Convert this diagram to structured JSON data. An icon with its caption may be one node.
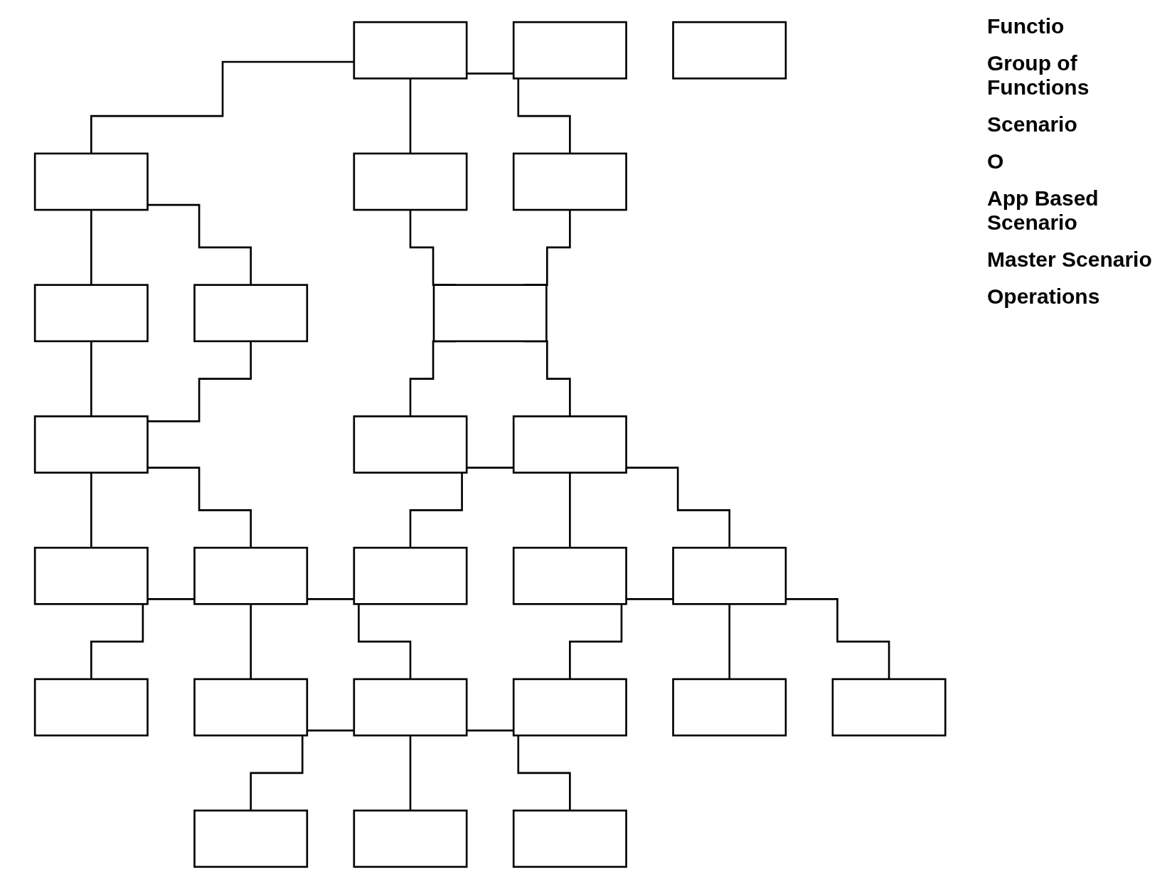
{
  "diagram": {
    "nodes": [
      {
        "text": [],
        "shape": "box"
      },
      {
        "text": [],
        "shape": "box"
      },
      {
        "text": [],
        "shape": "box"
      },
      {
        "text": [],
        "shape": "box"
      },
      {
        "text": [],
        "shape": "box"
      },
      {
        "text": [],
        "shape": "box"
      },
      {
        "text": [],
        "shape": "box"
      },
      {
        "text": [],
        "shape": "box"
      },
      {
        "text": [],
        "shape": "box"
      },
      {
        "text": [],
        "shape": "box"
      },
      {
        "text": [],
        "shape": "box"
      },
      {
        "text": [],
        "shape": "box"
      },
      {
        "text": [],
        "shape": "box"
      },
      {
        "text": [],
        "shape": "box"
      },
      {
        "text": [],
        "shape": "box"
      },
      {
        "text": [],
        "shape": "box"
      },
      {
        "text": [],
        "shape": "box"
      },
      {
        "text": [],
        "shape": "box"
      },
      {
        "text": [],
        "shape": "box"
      },
      {
        "text": [],
        "shape": "box"
      },
      {
        "text": [],
        "shape": "box"
      },
      {
        "text": [],
        "shape": "box"
      },
      {
        "text": [],
        "shape": "box"
      },
      {
        "text": [],
        "shape": "box"
      },
      {
        "text": [],
        "shape": "box"
      },
      {
        "text": [],
        "shape": "box"
      }
    ],
    "edges": [
      {
        "from": 0,
        "to": 1,
        "arrow": "none"
      },
      {
        "from": 0,
        "to": 2,
        "arrow": "none"
      },
      {
        "from": 0,
        "to": 3,
        "arrow": "none"
      },
      {
        "from": 1,
        "to": 4,
        "arrow": "none"
      },
      {
        "from": 1,
        "to": 5,
        "arrow": "none"
      },
      {
        "from": 4,
        "to": 6,
        "arrow": "none"
      },
      {
        "from": 5,
        "to": 6,
        "arrow": "none"
      },
      {
        "from": 2,
        "to": 7,
        "arrow": "none"
      },
      {
        "from": 3,
        "to": 7,
        "arrow": "none"
      },
      {
        "from": 6,
        "to": 8,
        "arrow": "none"
      },
      {
        "from": 7,
        "to": 9,
        "arrow": "none"
      },
      {
        "from": 6,
        "to": 12,
        "arrow": "none"
      },
      {
        "from": 12,
        "to": 15,
        "arrow": "none"
      },
      {
        "from": 12,
        "to": 16,
        "arrow": "none"
      },
      {
        "from": 12,
        "to": 18,
        "arrow": "none"
      },
      {
        "from": 18,
        "to": 20,
        "arrow": "none"
      },
      {
        "from": 18,
        "to": 22,
        "arrow": "none"
      },
      {
        "from": 18,
        "to": 24,
        "arrow": "none"
      },
      {
        "from": 7,
        "to": 13,
        "arrow": "none"
      },
      {
        "from": 13,
        "to": 14,
        "arrow": "none"
      },
      {
        "from": 13,
        "to": 17,
        "arrow": "none"
      },
      {
        "from": 13,
        "to": 19,
        "arrow": "none"
      },
      {
        "from": 19,
        "to": 21,
        "arrow": "none"
      },
      {
        "from": 19,
        "to": 23,
        "arrow": "none"
      },
      {
        "from": 19,
        "to": 25,
        "arrow": "none"
      }
    ],
    "labels": [
      "Functio",
      "Group of Functions",
      "Scenario",
      "O",
      "App Based Scenario",
      "Master Scenario",
      "Operations"
    ]
  }
}
